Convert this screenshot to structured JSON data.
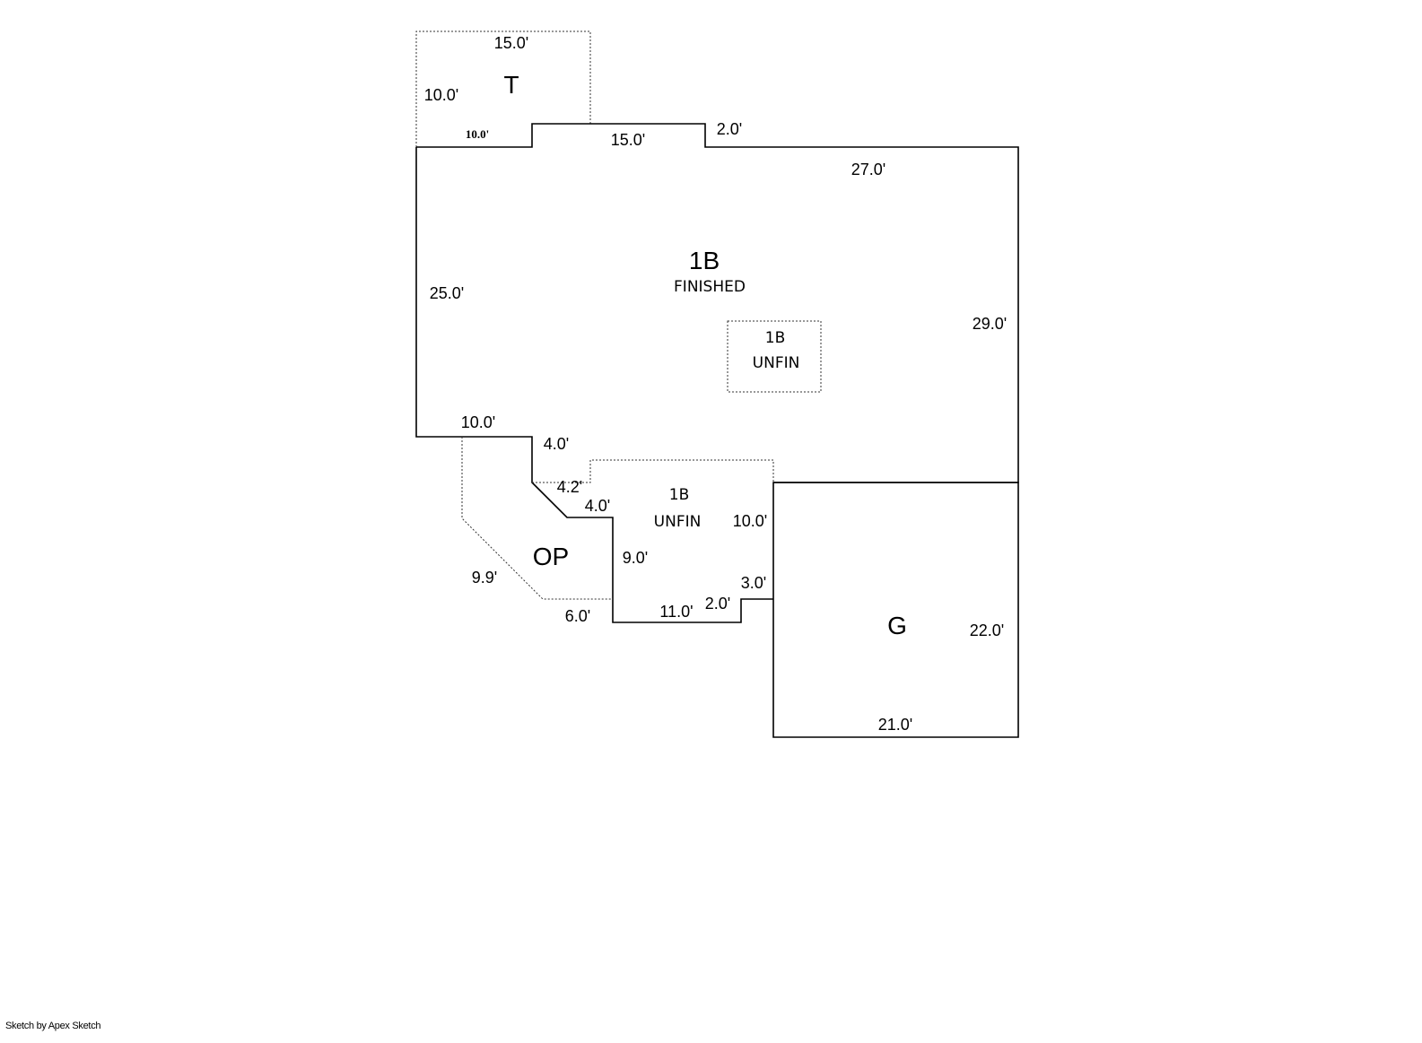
{
  "areas": {
    "t": {
      "code": "T"
    },
    "main": {
      "code": "1B",
      "label": "FINISHED"
    },
    "unfin_center": {
      "code": "1B",
      "label": "UNFIN"
    },
    "unfin_lower": {
      "code": "1B",
      "label": "UNFIN"
    },
    "op": {
      "code": "OP"
    },
    "garage": {
      "code": "G"
    }
  },
  "dimensions": {
    "t_top": "15.0'",
    "t_left": "10.0'",
    "t_bottom": "10.0'",
    "bump_top": "15.0'",
    "bump_step": "2.0'",
    "main_top": "27.0'",
    "main_left": "25.0'",
    "main_right": "29.0'",
    "main_bottom_left": "10.0'",
    "notch_down": "4.0'",
    "diag_small": "4.2'",
    "step_small": "4.0'",
    "unfin_left": "9.0'",
    "unfin_right": "10.0'",
    "unfin_bottom": "11.0'",
    "unfin_step_horiz": "2.0'",
    "unfin_step_vert": "3.0'",
    "op_diag": "9.9'",
    "op_bottom": "6.0'",
    "garage_right": "22.0'",
    "garage_bottom": "21.0'"
  },
  "footer": {
    "credit": "Sketch by Apex Sketch"
  }
}
